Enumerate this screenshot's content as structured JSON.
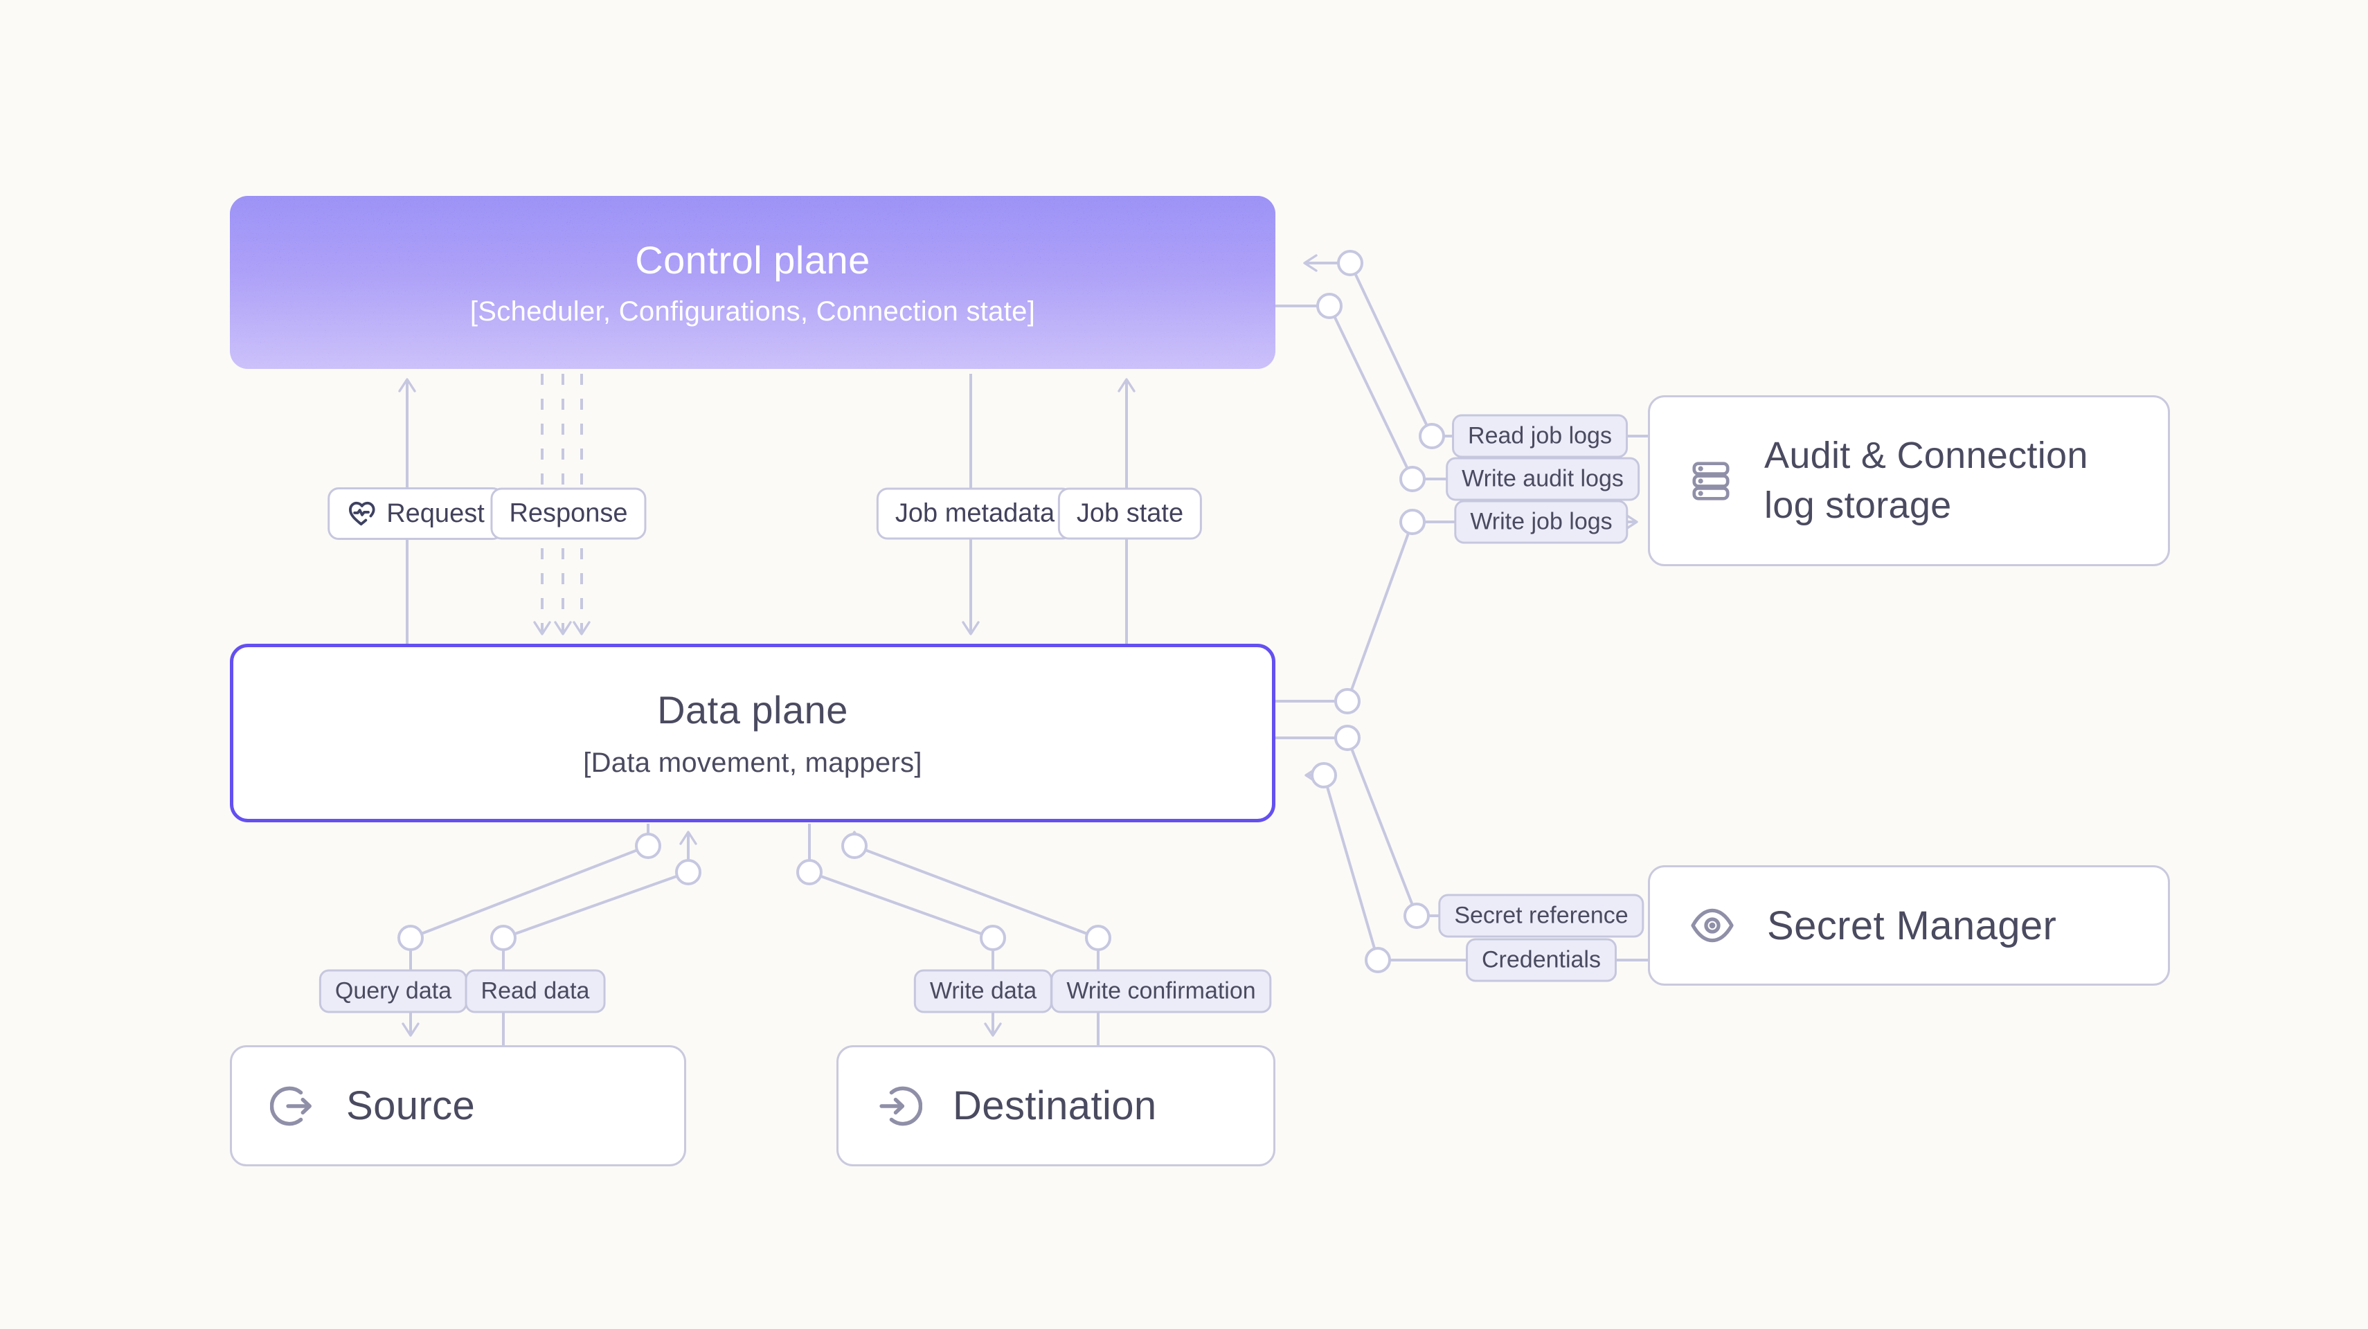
{
  "diagram": {
    "background_color": "#FBFAF7",
    "boxes": {
      "control_plane": {
        "title": "Control plane",
        "subtitle": "[Scheduler, Configurations, Connection state]",
        "gradient_top": "#6B5CF2",
        "gradient_bottom": "#B3A2F8",
        "text_color": "#FFFFFF"
      },
      "data_plane": {
        "title": "Data plane",
        "subtitle": "[Data movement, mappers]",
        "border_color": "#6450F0"
      },
      "audit_storage": {
        "title_line1": "Audit & Connection",
        "title_line2": "log storage",
        "icon": "server-stack-icon"
      },
      "secret_manager": {
        "title": "Secret Manager",
        "icon": "eye-icon"
      },
      "source": {
        "title": "Source",
        "icon": "arrow-out-circle-icon"
      },
      "destination": {
        "title": "Destination",
        "icon": "arrow-in-circle-icon"
      }
    },
    "edge_labels": {
      "request": "Request",
      "response": "Response",
      "job_metadata": "Job metadata",
      "job_state": "Job state",
      "read_job_logs": "Read job logs",
      "write_audit_logs": "Write audit logs",
      "write_job_logs": "Write job logs",
      "secret_reference": "Secret reference",
      "credentials": "Credentials",
      "query_data": "Query data",
      "read_data": "Read data",
      "write_data": "Write data",
      "write_confirmation": "Write confirmation"
    },
    "icons": {
      "request_pill_icon": "heart-pulse-icon"
    },
    "colors": {
      "line": "#C6C7E0",
      "pill_border": "#C6C7DE",
      "pill_bg_light": "#ECECF8",
      "pill_bg_white": "#FFFFFF",
      "node_border": "#C9C9DE",
      "text_dark": "#4A4A60",
      "icon_gray": "#8F8FA8"
    }
  }
}
